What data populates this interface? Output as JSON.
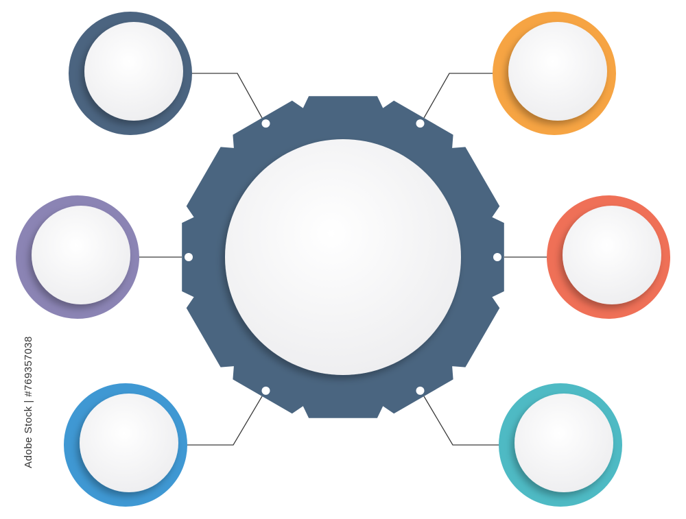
{
  "stock_credit": "Adobe Stock | #769357038",
  "colors": {
    "gear": "#4a6580",
    "connector_line": "#3a3a3a",
    "circle_fill": "#f6f6f7",
    "node_top_left": "#4b6480",
    "node_top_right": "#f6a443",
    "node_mid_left": "#8b84b4",
    "node_mid_right": "#ef7057",
    "node_bottom_left": "#3f98d3",
    "node_bottom_right": "#4ebac4"
  },
  "nodes": [
    {
      "id": "top-left",
      "color_key": "node_top_left"
    },
    {
      "id": "top-right",
      "color_key": "node_top_right"
    },
    {
      "id": "middle-left",
      "color_key": "node_mid_left"
    },
    {
      "id": "middle-right",
      "color_key": "node_mid_right"
    },
    {
      "id": "bottom-left",
      "color_key": "node_bottom_left"
    },
    {
      "id": "bottom-right",
      "color_key": "node_bottom_right"
    }
  ]
}
